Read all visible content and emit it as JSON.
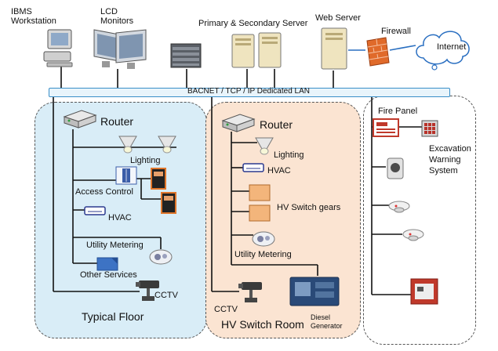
{
  "top_devices": {
    "ibms_workstation": "IBMS\nWorkstation",
    "lcd_monitors": "LCD\nMonitors",
    "primary_secondary_server": "Primary & Secondary Server",
    "web_server": "Web Server",
    "firewall": "Firewall",
    "internet": "Internet"
  },
  "lan": {
    "label": "BACNET / TCP / IP  Dedicated LAN"
  },
  "typical_floor": {
    "title": "Typical Floor",
    "router": "Router",
    "lighting": "Lighting",
    "access_control": "Access Control",
    "hvac": "HVAC",
    "utility_metering": "Utility Metering",
    "other_services": "Other Services",
    "cctv": "CCTV"
  },
  "hv_switch_room": {
    "title": "HV Switch Room",
    "router": "Router",
    "lighting": "Lighting",
    "hvac": "HVAC",
    "hv_switch_gears": "HV Switch gears",
    "utility_metering": "Utility Metering",
    "cctv": "CCTV",
    "diesel_generator": "Diesel\nGenerator"
  },
  "fire_zone": {
    "fire_panel": "Fire Panel",
    "excavation_warning_system": "Excavation\nWarning\nSystem"
  },
  "colors": {
    "lan_border": "#3a8fc8",
    "floor_fill": "#d9edf7",
    "room_fill": "#fbe4d2",
    "firewall": "#e06a2a",
    "internet_cloud": "#2a6fc1",
    "fire_panel": "#c0392b"
  }
}
